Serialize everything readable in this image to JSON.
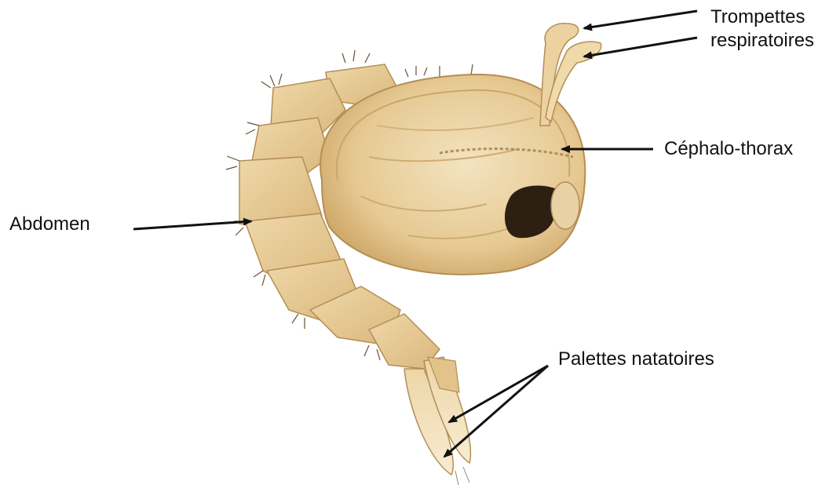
{
  "diagram": {
    "labels": {
      "trompettes_line1": "Trompettes",
      "trompettes_line2": "respiratoires",
      "cephalo_thorax": "Céphalo-thorax",
      "abdomen": "Abdomen",
      "palettes": "Palettes natatoires"
    },
    "colors": {
      "body_fill": "#e9cf9c",
      "body_light": "#f2e2bd",
      "body_dark": "#c9a66a",
      "eye": "#2d1f12",
      "arrow": "#111111"
    }
  }
}
